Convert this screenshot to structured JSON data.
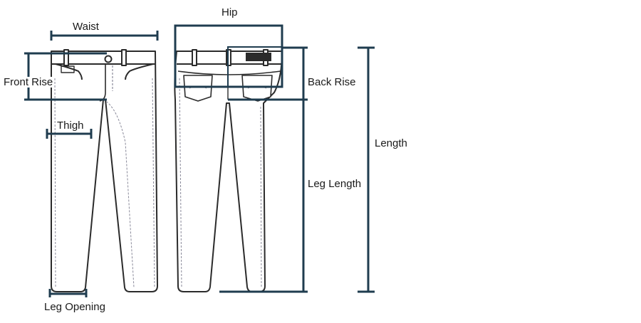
{
  "labels": {
    "waist": "Waist",
    "hip": "Hip",
    "front_rise": "Front Rise",
    "back_rise": "Back Rise",
    "thigh": "Thigh",
    "length": "Length",
    "leg_length": "Leg Length",
    "leg_opening": "Leg Opening"
  },
  "colors": {
    "measure_line": "#1f3c4f",
    "garment_outline": "#2b2b2b",
    "stitching": "#8a8a9a",
    "background": "#ffffff"
  }
}
